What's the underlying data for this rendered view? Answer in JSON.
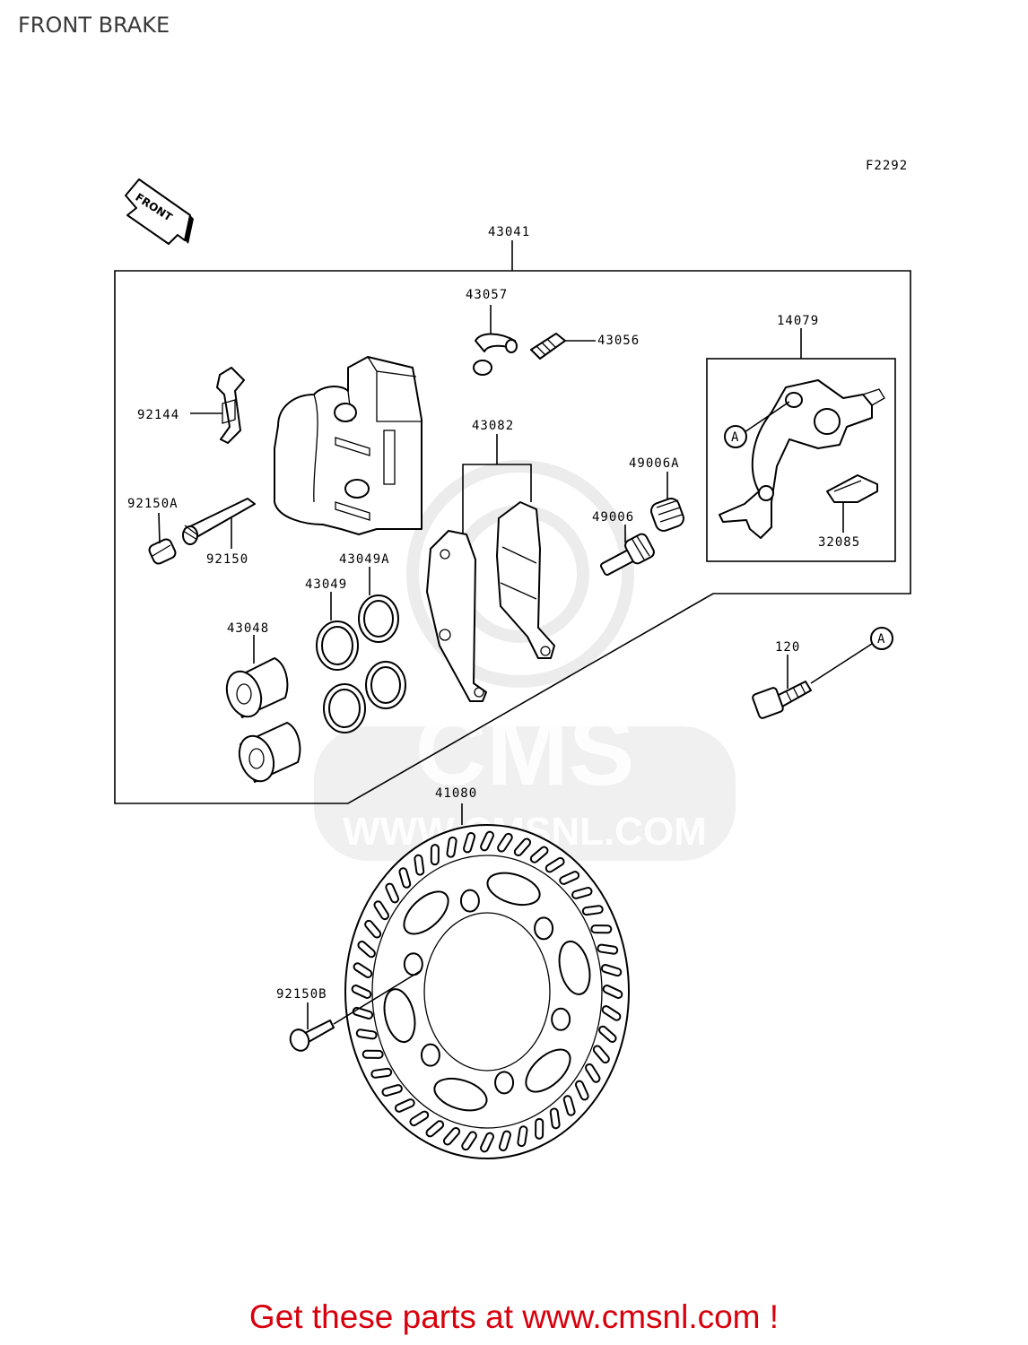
{
  "title": "FRONT BRAKE",
  "figure_code": "F2292",
  "front_arrow_label": "FRONT",
  "callout_letter": "A",
  "watermark": {
    "brand": "CMS",
    "url": "WWW.CMSNL.COM",
    "color": "#e4e4e4"
  },
  "promo": {
    "text": "Get these parts at www.cmsnl.com !",
    "color": "#d8000c"
  },
  "parts": [
    {
      "id": "43041",
      "label": "43041"
    },
    {
      "id": "43057",
      "label": "43057"
    },
    {
      "id": "43056",
      "label": "43056"
    },
    {
      "id": "14079",
      "label": "14079"
    },
    {
      "id": "92144",
      "label": "92144"
    },
    {
      "id": "43082",
      "label": "43082"
    },
    {
      "id": "49006A",
      "label": "49006A"
    },
    {
      "id": "92150A",
      "label": "92150A"
    },
    {
      "id": "49006",
      "label": "49006"
    },
    {
      "id": "92150",
      "label": "92150"
    },
    {
      "id": "32085",
      "label": "32085"
    },
    {
      "id": "43049A",
      "label": "43049A"
    },
    {
      "id": "43049",
      "label": "43049"
    },
    {
      "id": "43048",
      "label": "43048"
    },
    {
      "id": "120",
      "label": "120"
    },
    {
      "id": "41080",
      "label": "41080"
    },
    {
      "id": "92150B",
      "label": "92150B"
    }
  ]
}
